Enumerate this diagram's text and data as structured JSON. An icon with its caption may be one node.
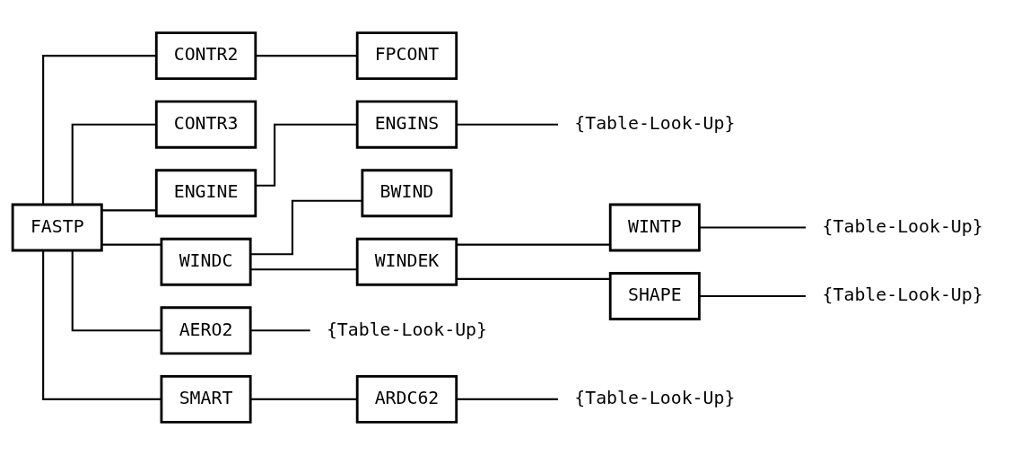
{
  "diagram": {
    "nodes": [
      {
        "text": [
          "FASTP"
        ]
      },
      {
        "text": [
          "CONTR2"
        ]
      },
      {
        "text": [
          "FPCONT"
        ]
      },
      {
        "text": [
          "CONTR3"
        ]
      },
      {
        "text": [
          "ENGINE"
        ]
      },
      {
        "text": [
          "ENGINS"
        ]
      },
      {
        "text": [
          "{Table-Look-Up}"
        ]
      },
      {
        "text": [
          "WINDC"
        ]
      },
      {
        "text": [
          "BWIND"
        ]
      },
      {
        "text": [
          "WINDEK"
        ]
      },
      {
        "text": [
          "WINTP"
        ]
      },
      {
        "text": [
          "{Table-Look-Up}"
        ]
      },
      {
        "text": [
          "SHAPE"
        ]
      },
      {
        "text": [
          "{Table-Look-Up}"
        ]
      },
      {
        "text": [
          "AERO2"
        ]
      },
      {
        "text": [
          "{Table-Look-Up}"
        ]
      },
      {
        "text": [
          "SMART"
        ]
      },
      {
        "text": [
          "ARDC62"
        ]
      },
      {
        "text": [
          "{Table-Look-Up}"
        ]
      }
    ],
    "edges": [
      {
        "from": 0,
        "to": 1,
        "arrow": "none"
      },
      {
        "from": 1,
        "to": 2,
        "arrow": "none"
      },
      {
        "from": 0,
        "to": 3,
        "arrow": "none"
      },
      {
        "from": 0,
        "to": 4,
        "arrow": "none"
      },
      {
        "from": 4,
        "to": 5,
        "arrow": "none"
      },
      {
        "from": 5,
        "to": 6,
        "arrow": "none"
      },
      {
        "from": 0,
        "to": 7,
        "arrow": "none"
      },
      {
        "from": 7,
        "to": 8,
        "arrow": "none"
      },
      {
        "from": 7,
        "to": 9,
        "arrow": "none"
      },
      {
        "from": 9,
        "to": 10,
        "arrow": "none"
      },
      {
        "from": 10,
        "to": 11,
        "arrow": "none"
      },
      {
        "from": 9,
        "to": 12,
        "arrow": "none"
      },
      {
        "from": 12,
        "to": 13,
        "arrow": "none"
      },
      {
        "from": 0,
        "to": 14,
        "arrow": "none"
      },
      {
        "from": 14,
        "to": 15,
        "arrow": "none"
      },
      {
        "from": 0,
        "to": 16,
        "arrow": "none"
      },
      {
        "from": 16,
        "to": 17,
        "arrow": "none"
      },
      {
        "from": 17,
        "to": 18,
        "arrow": "none"
      }
    ]
  }
}
